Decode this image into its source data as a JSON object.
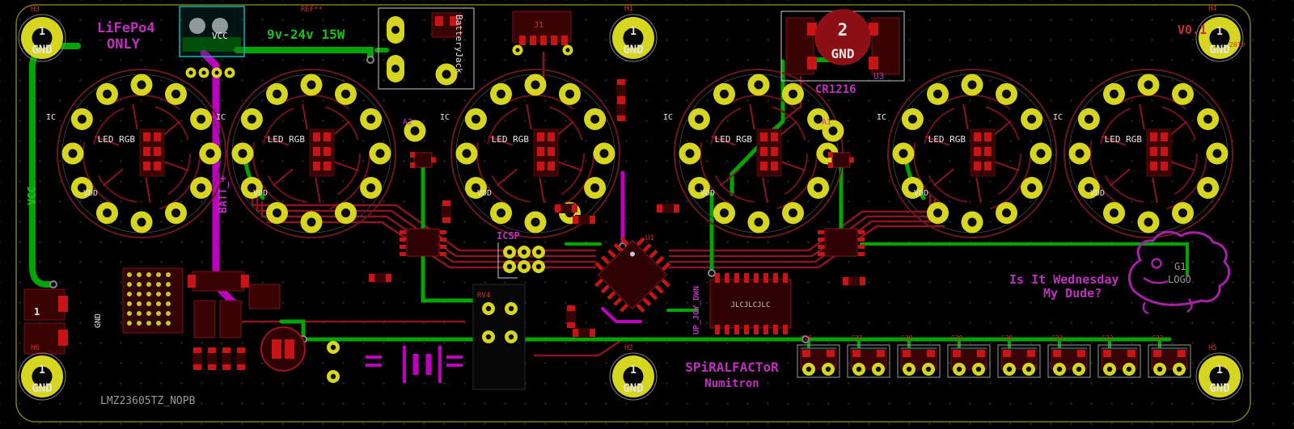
{
  "board": {
    "module_label": "LMZ23605TZ_NOPB"
  },
  "labels": {
    "h3": "H3",
    "h1": "H1",
    "h4": "H4",
    "h6": "H6",
    "h2": "H2",
    "h5": "H5",
    "lifepo_1": "LiFePo4",
    "lifepo_2": "ONLY",
    "vcc_top": "VCC",
    "ref_top": "REF**",
    "power_rating": "9v-24v 15W",
    "battery_jack": "BatteryJack",
    "j1": "J1",
    "version": "V0.1",
    "year": "2019",
    "u3": "U3",
    "cr1216": "CR1216",
    "coin_pin": "2",
    "coin_net": "GND",
    "hole_pin": "1",
    "hole_net": "GND",
    "tube_label": "LED RGB",
    "tube_vdd": "VDD",
    "tube_ic": "IC",
    "rail_vcc": "VCC",
    "rail_batt": "BATT_+",
    "rail_gnd": "GND",
    "pin1": "1",
    "icsp": "ICSP",
    "joystick": "UP_JOY_DWN",
    "jlc": "JLCJLCJLC",
    "u1": "U1",
    "rv4": "RV4",
    "a1": "A1",
    "a2": "A2",
    "brand_1": "SPiRALFACToR",
    "brand_2": "Numitron",
    "wednesday_1": "Is It Wednesday",
    "wednesday_2": "My Dude?",
    "g1": "G1",
    "logo": "LOGO"
  },
  "caps": [
    "C26",
    "C27",
    "C28",
    "C29",
    "C30",
    "C31",
    "C32",
    "C33"
  ],
  "colors": {
    "copper_front": "#8f1220",
    "pad_through_hole": "#d6d620",
    "trace_power_green": "#00a500",
    "trace_batt_magenta": "#c000c0",
    "silk_purple": "#c030c0",
    "silk_white": "#e6e6e6",
    "ref_red": "#c53030",
    "background": "#000000"
  }
}
